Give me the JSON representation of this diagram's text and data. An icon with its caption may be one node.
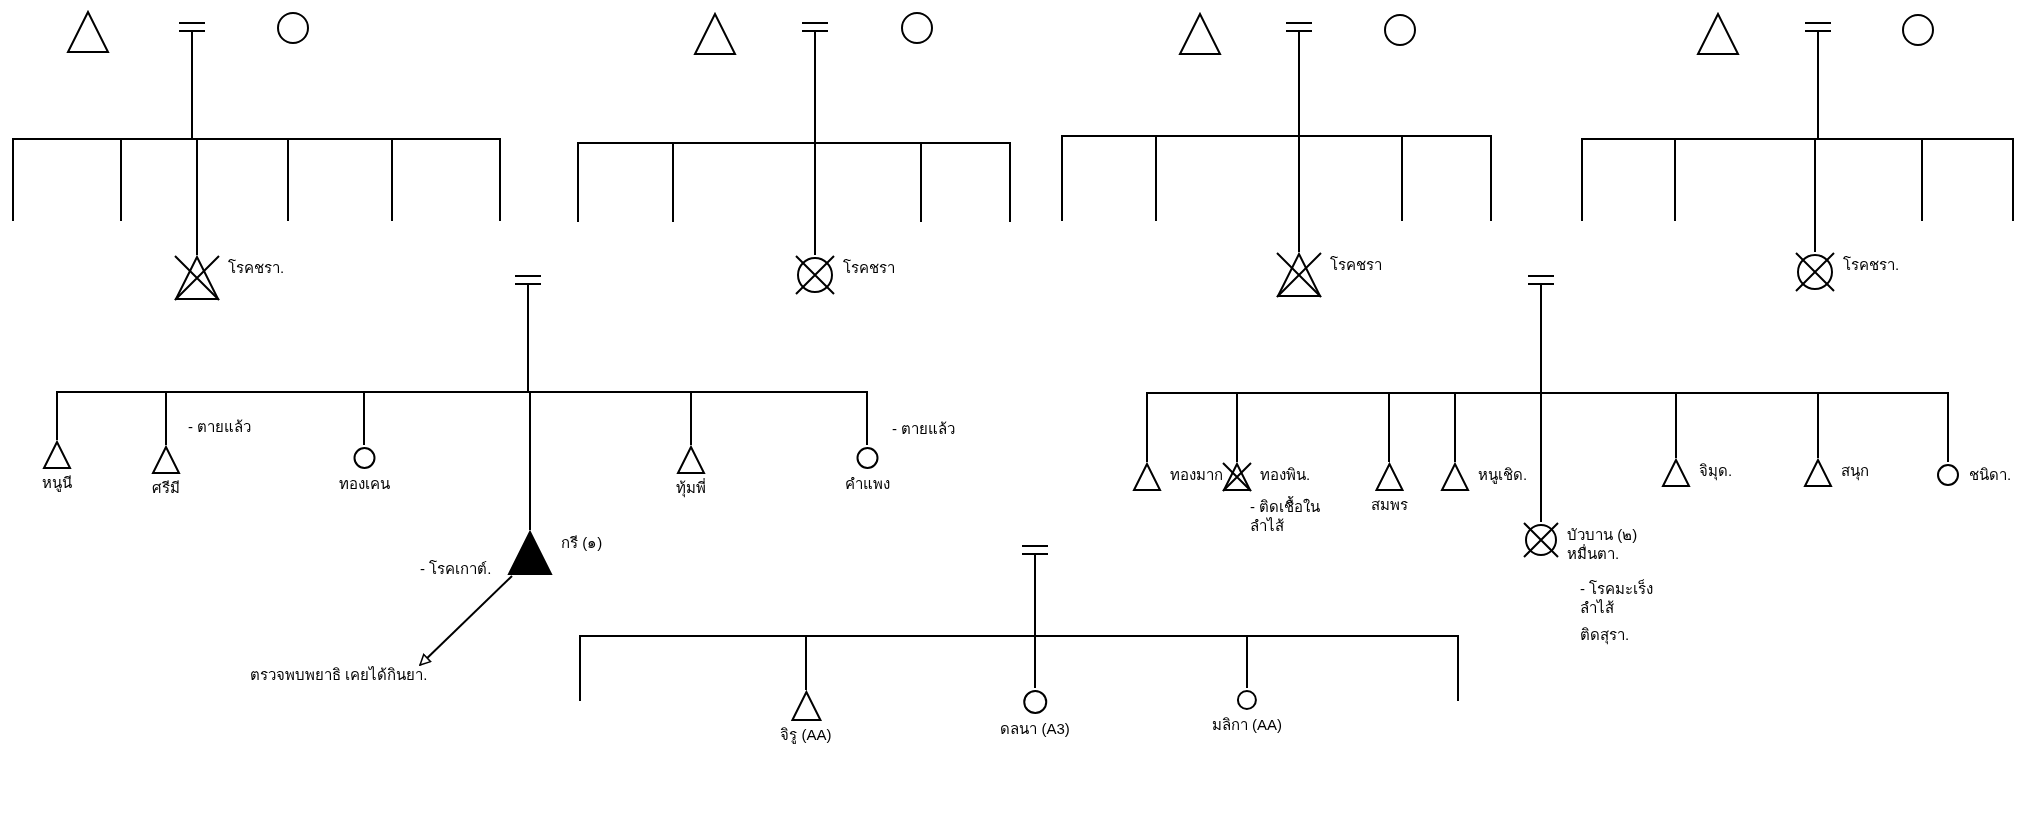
{
  "diagram": {
    "nodes": [
      {
        "text": [],
        "shape": "triangle"
      },
      {
        "text": [],
        "shape": "bar"
      },
      {
        "text": [],
        "shape": "circle"
      },
      {
        "text": [],
        "shape": "triangle"
      },
      {
        "text": [],
        "shape": "bar"
      },
      {
        "text": [],
        "shape": "circle"
      },
      {
        "text": [],
        "shape": "triangle"
      },
      {
        "text": [],
        "shape": "bar"
      },
      {
        "text": [],
        "shape": "circle"
      },
      {
        "text": [],
        "shape": "triangle"
      },
      {
        "text": [],
        "shape": "bar"
      },
      {
        "text": [],
        "shape": "circle"
      },
      {
        "text": [
          "โรคชรา."
        ]
      },
      {
        "text": [
          "โรคชรา"
        ]
      },
      {
        "text": [
          "โรคชรา"
        ]
      },
      {
        "text": [
          "โรคชรา."
        ]
      },
      {
        "text": [],
        "shape": "bar"
      },
      {
        "text": [],
        "shape": "bar"
      },
      {
        "text": [
          "หนูนี"
        ]
      },
      {
        "text": [
          "ศรีมี"
        ],
        "beside": [
          "- ตายแล้ว"
        ]
      },
      {
        "text": [
          "ทองเคน"
        ]
      },
      {
        "text": [
          "กรี (๑)"
        ],
        "beside": [
          "- โรคเกาต์."
        ]
      },
      {
        "text": [
          "ทุ้มพี่"
        ]
      },
      {
        "text": [
          "คำแพง"
        ],
        "beside": [
          "- ตายแล้ว"
        ]
      },
      {
        "text": [
          "ทองมาก"
        ]
      },
      {
        "text": [
          "ทองพิน."
        ],
        "beside": [
          "- ติดเชื้อใน ลำไส้"
        ]
      },
      {
        "text": [
          "สมพร"
        ]
      },
      {
        "text": [
          "หนูเชิด."
        ]
      },
      {
        "text": [
          "บัวบาน (๒)",
          "หมื่นตา."
        ],
        "beside": [
          "- โรคมะเร็งลำไส้",
          "ติดสุรา."
        ]
      },
      {
        "text": [
          "จิมุด."
        ]
      },
      {
        "text": [
          "สนุก"
        ]
      },
      {
        "text": [
          "ชนิดา."
        ]
      },
      {
        "text": [],
        "shape": "bar"
      },
      {
        "text": [
          "จิรู (AA)"
        ]
      },
      {
        "text": [
          "ดลนา (A3)"
        ]
      },
      {
        "text": [
          "มลิกา (AA)"
        ]
      },
      {
        "text": [
          "ตรวจพบพยาธิ เคยได้กินยา."
        ]
      }
    ],
    "edges": [
      {
        "from": 1,
        "to": 12,
        "arrow": "none"
      },
      {
        "from": 4,
        "to": 13,
        "arrow": "none"
      },
      {
        "from": 7,
        "to": 14,
        "arrow": "none"
      },
      {
        "from": 10,
        "to": 15,
        "arrow": "none"
      },
      {
        "from": 16,
        "to": 18,
        "arrow": "none"
      },
      {
        "from": 16,
        "to": 19,
        "arrow": "none"
      },
      {
        "from": 16,
        "to": 20,
        "arrow": "none"
      },
      {
        "from": 16,
        "to": 21,
        "arrow": "none"
      },
      {
        "from": 16,
        "to": 22,
        "arrow": "none"
      },
      {
        "from": 16,
        "to": 23,
        "arrow": "none"
      },
      {
        "from": 17,
        "to": 24,
        "arrow": "none"
      },
      {
        "from": 17,
        "to": 25,
        "arrow": "none"
      },
      {
        "from": 17,
        "to": 26,
        "arrow": "none"
      },
      {
        "from": 17,
        "to": 27,
        "arrow": "none"
      },
      {
        "from": 17,
        "to": 28,
        "arrow": "none"
      },
      {
        "from": 17,
        "to": 29,
        "arrow": "none"
      },
      {
        "from": 17,
        "to": 30,
        "arrow": "none"
      },
      {
        "from": 17,
        "to": 31,
        "arrow": "none"
      },
      {
        "from": 32,
        "to": 33,
        "arrow": "none"
      },
      {
        "from": 32,
        "to": 34,
        "arrow": "none"
      },
      {
        "from": 32,
        "to": 35,
        "arrow": "none"
      },
      {
        "from": 21,
        "to": 36,
        "arrow": "to"
      }
    ]
  }
}
